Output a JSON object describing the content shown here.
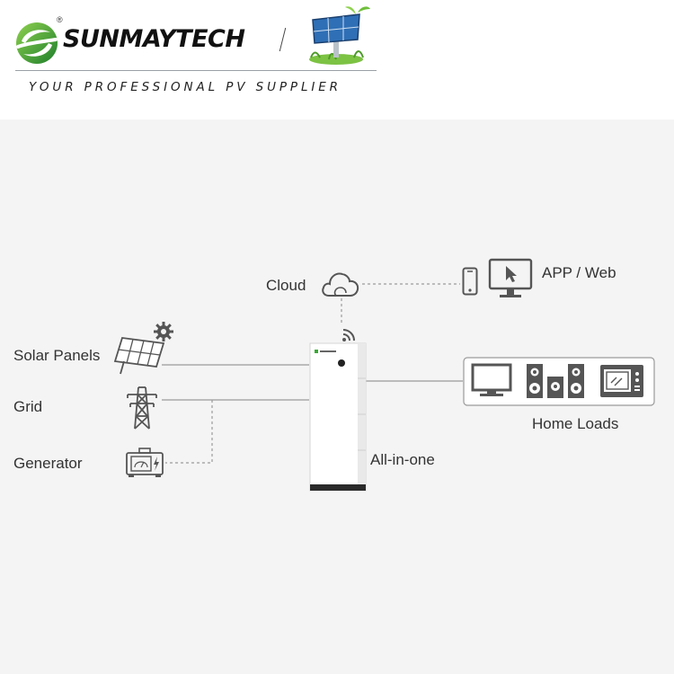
{
  "header": {
    "brand": "SUNMAYTECH",
    "registered_mark": "®",
    "tagline": "YOUR PROFESSIONAL PV SUPPLIER",
    "logo_icon": "sunmaytech-logo-icon",
    "header_image": "solar-panel-plant-icon"
  },
  "diagram": {
    "labels": {
      "solar_panels": "Solar Panels",
      "grid": "Grid",
      "generator": "Generator",
      "cloud": "Cloud",
      "app_web": "APP / Web",
      "home_loads": "Home Loads",
      "all_in_one": "All-in-one"
    },
    "icons": [
      "solar-panel-icon",
      "gear-icon",
      "transmission-tower-icon",
      "generator-icon",
      "cloud-icon",
      "wifi-icon",
      "smartphone-icon",
      "monitor-icon",
      "tv-icon",
      "speakers-icon",
      "microwave-icon",
      "all-in-one-unit"
    ],
    "colors": {
      "line": "#9a9a9a",
      "brand_green": "#3aa935",
      "background": "#f4f4f4"
    }
  }
}
